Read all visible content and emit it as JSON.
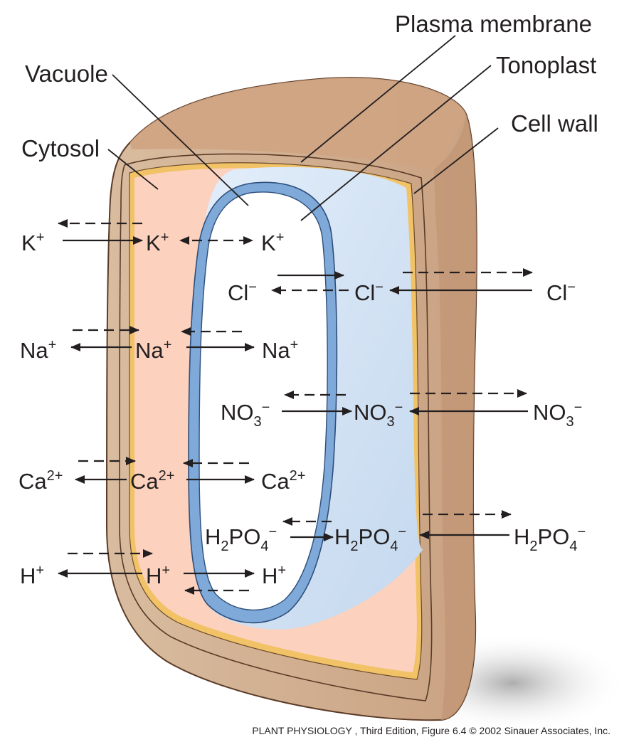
{
  "labels": {
    "plasma_membrane": "Plasma membrane",
    "vacuole": "Vacuole",
    "tonoplast": "Tonoplast",
    "cell_wall": "Cell wall",
    "cytosol": "Cytosol"
  },
  "ions": {
    "k_base": "K",
    "k_charge": "+",
    "cl_base": "Cl",
    "cl_charge": "−",
    "na_base": "Na",
    "na_charge": "+",
    "no3_base": "NO",
    "no3_sub": "3",
    "no3_charge": "−",
    "ca_base": "Ca",
    "ca_charge": "2+",
    "h2po4_h": "H",
    "h2po4_sub1": "2",
    "h2po4_po": "PO",
    "h2po4_sub2": "4",
    "h2po4_charge": "−",
    "h_base": "H",
    "h_charge": "+"
  },
  "credit": "PLANT PHYSIOLOGY , Third Edition, Figure 6.4  © 2002 Sinauer Associates, Inc.",
  "colors": {
    "cell_wall": "#d4b193",
    "cell_wall_top": "#c69a7b",
    "plasma_membrane": "#f2c267",
    "cytosol": "#fcd1be",
    "vacuole": "#d6e6f4",
    "tonoplast": "#7ea9d8",
    "text": "#231f20"
  }
}
